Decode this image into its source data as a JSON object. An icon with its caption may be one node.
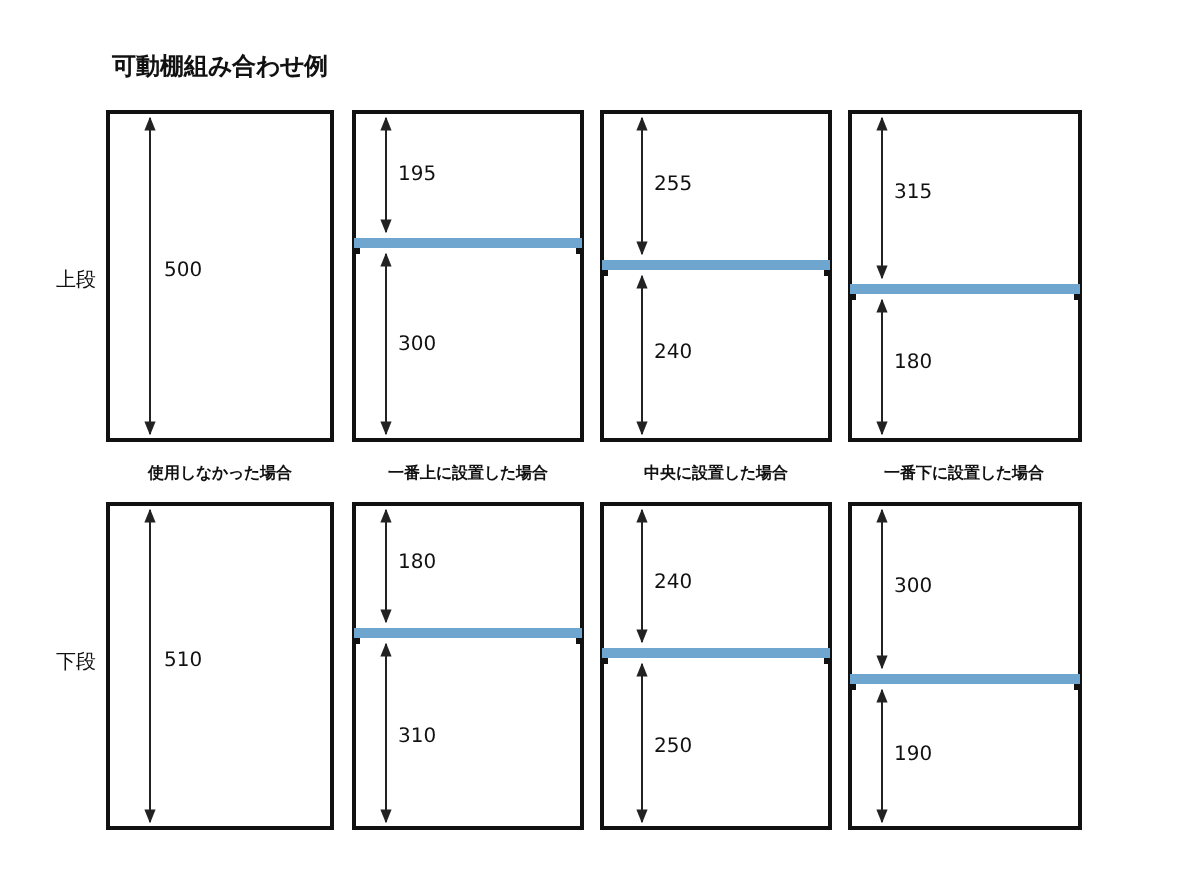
{
  "diagram": {
    "title": "可動棚組み合わせ例",
    "labels": [
      "上段",
      "500",
      "195",
      "300",
      "255",
      "240",
      "315",
      "180",
      "使用しなかった場合",
      "一番上に設置した場合",
      "中央に設置した場合",
      "一番下に設置した場合",
      "下段",
      "510",
      "180",
      "310",
      "240",
      "250",
      "300",
      "190"
    ]
  }
}
